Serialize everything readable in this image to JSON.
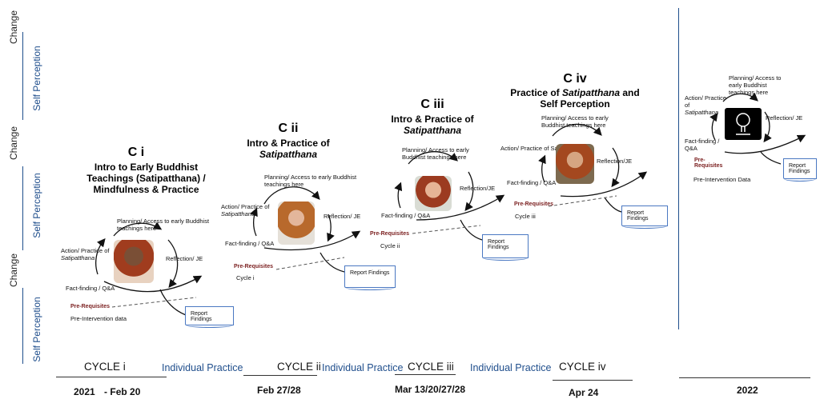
{
  "left_axis": {
    "change_1": "Change",
    "self_perception_1": "Self Perception",
    "change_2": "Change",
    "self_perception_2": "Self Perception",
    "change_3": "Change",
    "self_perception_3": "Self Perception"
  },
  "cycles": [
    {
      "code": "C i",
      "title_lines": [
        "Intro to Early Buddhist",
        "Teachings (Satipatthana) /",
        "Mindfulness & Practice"
      ],
      "planning": "Planning/ Access to early Buddhist teachings here",
      "action": "Action/ Practice of",
      "action_em": "Satipatthana",
      "reflection": "Reflection/ JE",
      "fact": "Fact-finding / Q&A",
      "prereq": "Pre-Requisites",
      "pre_note": "Pre-Intervention data",
      "report": "Report Findings"
    },
    {
      "code": "C ii",
      "title_line1": "Intro & Practice of",
      "title_line2": "Satipatthana",
      "planning": "Planning/ Access to early Buddhist teachings here",
      "action": "Action/ Practice of",
      "action_em": "Satipatthana",
      "reflection": "Reflection/ JE",
      "fact": "Fact-finding / Q&A",
      "prereq": "Pre-Requisites",
      "cycle_note": "Cycle i",
      "report": "Report Findings"
    },
    {
      "code": "C iii",
      "title_line1": "Intro & Practice of",
      "title_line2": "Satipatthana",
      "planning": "Planning/ Access to early Buddhist teachings here",
      "reflection": "Reflection/JE",
      "fact": "Fact-finding / Q&A",
      "prereq": "Pre-Requisites",
      "cycle_note": "Cycle ii",
      "report": "Report Findings"
    },
    {
      "code": "C iv",
      "title_line1_a": "Practice of ",
      "title_line1_em": "Satipatthana",
      "title_line1_b": " and",
      "title_line2": "Self Perception",
      "planning": "Planning/ Access to early Buddhist teachings here",
      "action": "Action/ Practice of Satipatthana",
      "reflection": "Reflection/JE",
      "fact": "Fact-finding / Q&A",
      "prereq": "Pre-Requisites",
      "cycle_note": "Cycle iii",
      "report": "Report Findings"
    },
    {
      "planning": "Planning/ Access to early Buddhist teachings here",
      "action": "Action/ Practice of",
      "action_em": "Satipatthana",
      "reflection": "Reflection/ JE",
      "fact": "Fact-finding / Q&A",
      "prereq_1": "Pre-",
      "prereq_2": "Requisites",
      "pre_note": "Pre-Intervention Data",
      "report": "Report Findings"
    }
  ],
  "timeline": {
    "cycle_i": "CYCLE i",
    "cycle_ii": "CYCLE ii",
    "cycle_iii": "CYCLE iii",
    "cycle_iv": "CYCLE iv",
    "individual_practice": "Individual Practice",
    "date_1": "2021",
    "date_1b": "- Feb 20",
    "date_2": "Feb 27/28",
    "date_3": "Mar 13/20/27/28",
    "date_4": "Apr 24",
    "date_5": "2022"
  },
  "colors": {
    "axis_blue": "#1f4e8c",
    "prereq_red": "#7a1e1e",
    "report_border": "#4a78c2"
  }
}
